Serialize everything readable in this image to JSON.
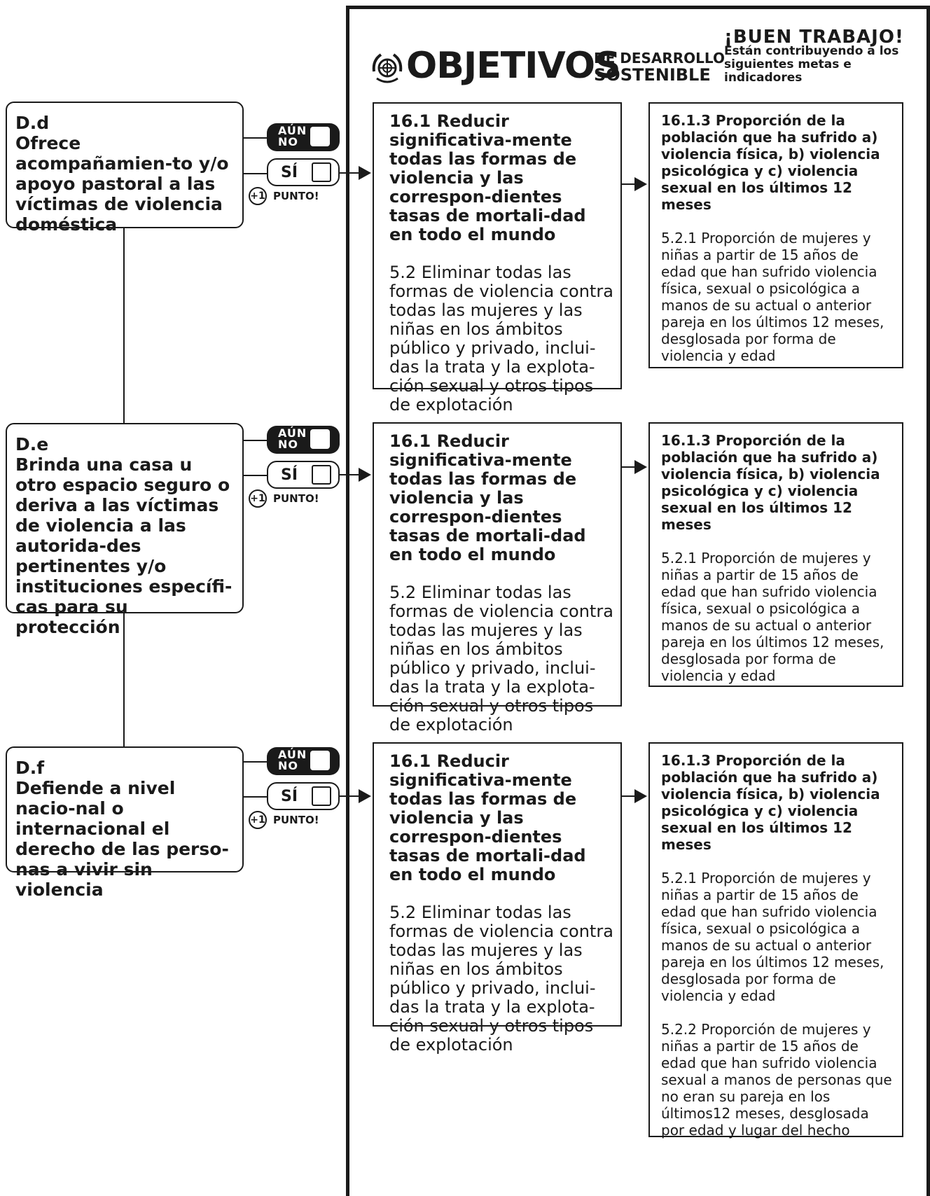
{
  "header": {
    "logo_main": "OBJETIVOS",
    "logo_sub_1": "DE DESARROLLO",
    "logo_sub_2": "SOSTENIBLE",
    "congrats_title": "¡BUEN TRABAJO!",
    "congrats_text": "Están contribuyendo a los siguientes metas e indicadores"
  },
  "options": {
    "no_label": "AÚN NO",
    "yes_label": "SÍ",
    "plus_label": "+1",
    "point_label": "PUNTO!"
  },
  "rows": [
    {
      "code": "D.d",
      "question": "Ofrece acompañamien-to y/o apoyo pastoral a las víctimas de violencia doméstica",
      "target_1": "16.1 Reducir significativa-mente todas las formas de violencia y las correspon-dientes tasas de mortali-dad en todo el mundo",
      "target_2": "5.2 Eliminar todas las formas de violencia contra todas las mujeres y las niñas en los ámbitos público y privado, inclui-das la trata y la explota-ción sexual y otros tipos de explotación",
      "indicators": [
        "16.1.3 Proporción de la población que ha sufrido a) violencia física, b) violencia psicológica y c) violencia sexual en los últimos 12 meses",
        "5.2.1 Proporción de mujeres y niñas a partir de 15 años de edad que han sufrido violencia física, sexual o psicológica a manos de su actual o anterior pareja en los últimos 12 meses, desglosada por forma de violencia y edad"
      ]
    },
    {
      "code": "D.e",
      "question": "Brinda una casa u otro espacio seguro o deriva a las víctimas de violencia a las autorida-des pertinentes y/o instituciones específi-cas para su protección",
      "target_1": "16.1 Reducir significativa-mente todas las formas de violencia y las correspon-dientes tasas de mortali-dad en todo el mundo",
      "target_2": "5.2 Eliminar todas las formas de violencia contra todas las mujeres y las niñas en los ámbitos público y privado, inclui-das la trata y la explota-ción sexual y otros tipos de explotación",
      "indicators": [
        "16.1.3 Proporción de la población que ha sufrido a) violencia física, b) violencia psicológica y c) violencia sexual en los últimos 12 meses",
        "5.2.1 Proporción de mujeres y niñas a partir de 15 años de edad que han sufrido violencia física, sexual o psicológica a manos de su actual o anterior pareja en los últimos 12 meses, desglosada por forma de violencia y edad"
      ]
    },
    {
      "code": "D.f",
      "question": "Defiende a nivel nacio-nal o internacional el derecho de las perso-nas a vivir sin violencia",
      "target_1": "16.1 Reducir significativa-mente todas las formas de violencia y las correspon-dientes tasas de mortali-dad en todo el mundo",
      "target_2": "5.2 Eliminar todas las formas de violencia contra todas las mujeres y las niñas en los ámbitos público y privado, inclui-das la trata y la explota-ción sexual y otros tipos de explotación",
      "indicators": [
        "16.1.3 Proporción de la población que ha sufrido a) violencia física, b) violencia psicológica y c) violencia sexual en los últimos 12 meses",
        "5.2.1 Proporción de mujeres y niñas a partir de 15 años de edad que han sufrido violencia física, sexual o psicológica a manos de su actual o anterior pareja en los últimos 12 meses, desglosada por forma de violencia y edad",
        "5.2.2 Proporción de mujeres y niñas a partir de 15 años de edad que han sufrido violencia sexual a manos de personas que no eran su pareja en los últimos12 meses, desglosada por edad y lugar del hecho"
      ]
    }
  ]
}
